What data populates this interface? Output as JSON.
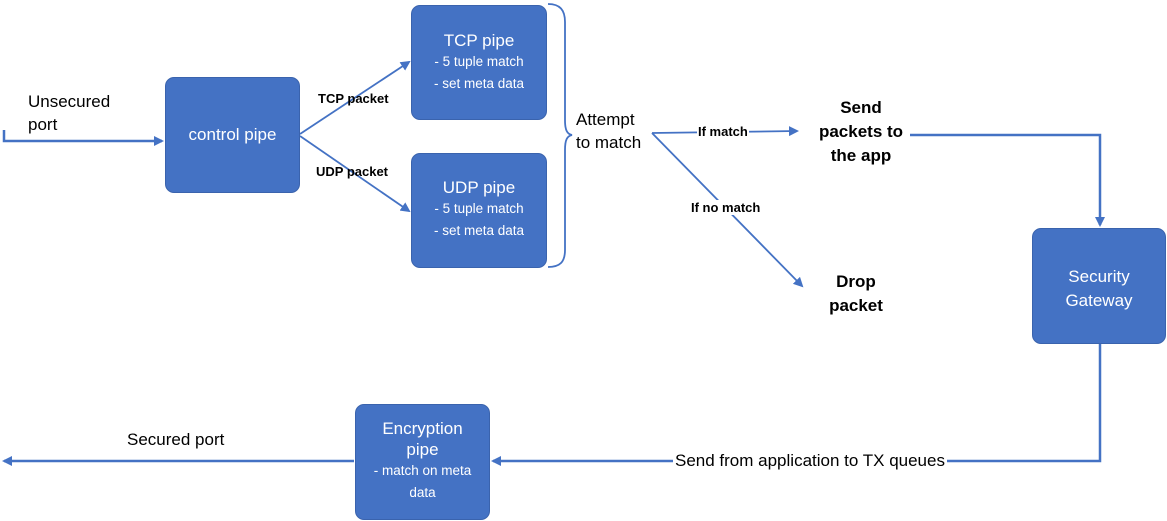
{
  "colors": {
    "box_fill": "#4472c4",
    "arrow": "#4472c4",
    "text_on_box": "#ffffff",
    "text": "#000000"
  },
  "nodes": {
    "unsecured_port": [
      "Unsecured",
      "port"
    ],
    "control_pipe": "control pipe",
    "tcp_pipe": {
      "title": "TCP pipe",
      "lines": [
        "- 5 tuple match",
        "- set meta data"
      ]
    },
    "udp_pipe": {
      "title": "UDP pipe",
      "lines": [
        "- 5 tuple match",
        "- set meta data"
      ]
    },
    "attempt_to_match": [
      "Attempt",
      "to match"
    ],
    "send_to_app": [
      "Send",
      "packets to",
      "the app"
    ],
    "drop_packet": [
      "Drop",
      "packet"
    ],
    "security_gateway": [
      "Security",
      "Gateway"
    ],
    "encryption_pipe": {
      "title": [
        "Encryption",
        "pipe"
      ],
      "lines": [
        "- match on meta",
        "data"
      ]
    },
    "secured_port": "Secured port"
  },
  "edge_labels": {
    "tcp_packet": "TCP packet",
    "udp_packet": "UDP packet",
    "if_match": "If match",
    "if_no_match": "If no match",
    "send_to_tx": "Send from application to TX queues"
  }
}
